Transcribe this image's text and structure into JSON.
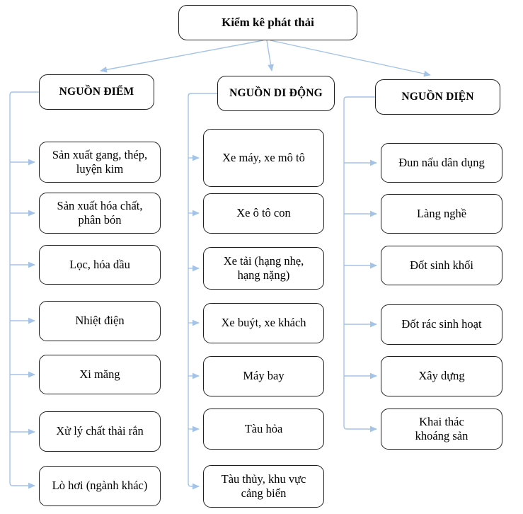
{
  "diagram_title": "Kiểm kê phát thải",
  "colors": {
    "connector": "#A3C4E8",
    "box_border": "#1F1F1F",
    "background": "#FFFFFF",
    "text": "#000000"
  },
  "root": {
    "label": "Kiểm kê phát thải"
  },
  "columns": [
    {
      "header": "NGUỒN ĐIỂM",
      "items": [
        "Sản xuất gang, thép,\nluyện kim",
        "Sản xuất hóa chất,\nphân bón",
        "Lọc, hóa dầu",
        "Nhiệt điện",
        "Xi măng",
        "Xử lý chất thải rắn",
        "Lò hơi (ngành khác)"
      ]
    },
    {
      "header": "NGUỒN DI ĐỘNG",
      "items": [
        "Xe máy, xe mô tô",
        "Xe ô tô con",
        "Xe tải (hạng nhẹ,\nhạng nặng)",
        "Xe buýt, xe khách",
        "Máy bay",
        "Tàu hỏa",
        "Tàu thủy, khu vực\ncảng biển"
      ]
    },
    {
      "header": "NGUỒN DIỆN",
      "items": [
        "Đun nấu dân dụng",
        "Làng nghề",
        "Đốt sinh khối",
        "Đốt rác sinh hoạt",
        "Xây dựng",
        "Khai thác\nkhoáng sản"
      ]
    }
  ]
}
